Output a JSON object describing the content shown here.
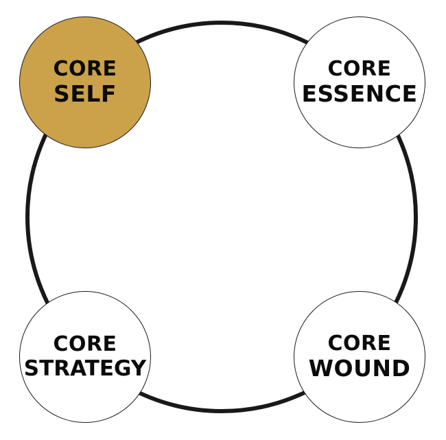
{
  "diagram": {
    "colors": {
      "ring": "#1a1818",
      "highlight_fill": "#cba14a",
      "node_fill": "#ffffff",
      "text": "#0b0b0b"
    },
    "nodes": [
      {
        "id": "self",
        "line1": "CORE",
        "line2": "SELF",
        "highlighted": true
      },
      {
        "id": "essence",
        "line1": "CORE",
        "line2": "ESSENCE",
        "highlighted": false
      },
      {
        "id": "strategy",
        "line1": "CORE",
        "line2": "STRATEGY",
        "highlighted": false
      },
      {
        "id": "wound",
        "line1": "CORE",
        "line2": "WOUND",
        "highlighted": false
      }
    ]
  }
}
